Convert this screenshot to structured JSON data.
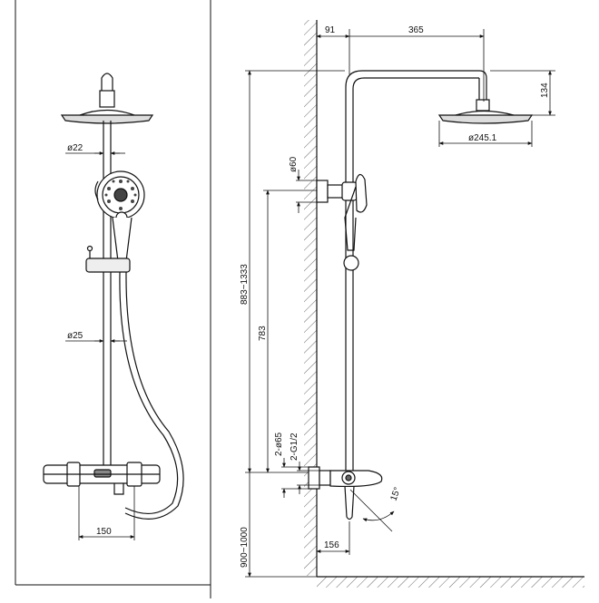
{
  "drawing": {
    "front_view": {
      "dims": {
        "rail_pipe_dia": "ø22",
        "bar_pipe_dia": "ø25",
        "valve_width": "150"
      }
    },
    "side_view": {
      "dims": {
        "wall_offset": "91",
        "arm_length": "365",
        "head_height": "134",
        "head_dia": "ø245.1",
        "bracket_dia": "ø60",
        "height_adjust_range": "883~1333",
        "bracket_spacing": "783",
        "escutcheon_dia": "2-ø65",
        "inlet_thread": "2-G1/2",
        "install_height": "900~1000",
        "valve_projection": "156",
        "spout_angle": "15°"
      }
    }
  }
}
